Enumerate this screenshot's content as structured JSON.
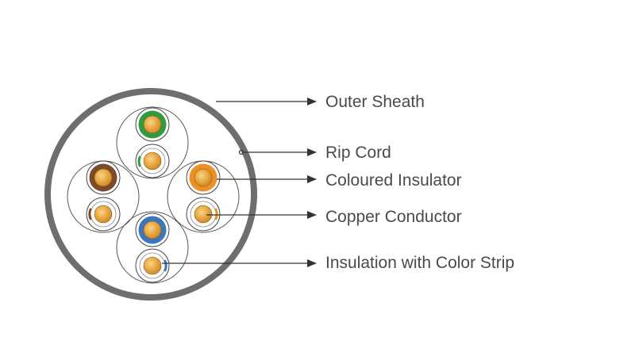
{
  "labels": {
    "outer_sheath": "Outer Sheath",
    "rip_cord": "Rip Cord",
    "coloured_insulator": "Coloured Insulator",
    "copper_conductor": "Copper Conductor",
    "insulation_color_strip": "Insulation with Color Strip"
  },
  "colors": {
    "sheath": "#6d6e70",
    "outline": "#333333",
    "copper": "#e7a43c",
    "copper_light": "#f6cd7a",
    "pair_green": "#2f9d3e",
    "pair_orange": "#ee8f24",
    "pair_brown": "#7a4a2a",
    "pair_blue": "#3a77bd",
    "arrow": "#333333"
  }
}
